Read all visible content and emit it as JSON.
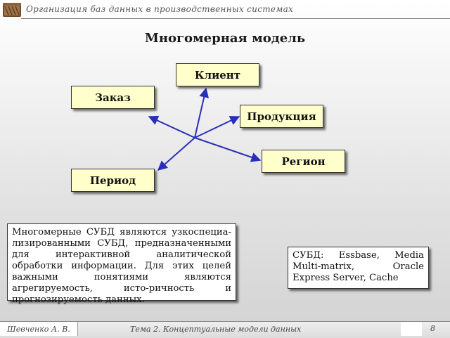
{
  "header": {
    "title": "Организация баз данных в производственных системах"
  },
  "slide": {
    "title": "Многомерная модель"
  },
  "diagram": {
    "nodes": {
      "client": "Клиент",
      "order": "Заказ",
      "product": "Продукция",
      "period": "Период",
      "region": "Регион"
    },
    "arrow_color": "#2a2fb8"
  },
  "description": {
    "text": "Многомерные СУБД являются узкоспециа-лизированными СУБД, предназначенными для интерактивной аналитической обработки информации. Для этих целей важными понятиями являются агрегируемость, исто-ричность и прогнозируемость данных."
  },
  "dbms": {
    "text": "СУБД: Essbase, Media Multi-matrix, Oracle Express Server, Cache"
  },
  "footer": {
    "author": "Шевченко А. В.",
    "topic": "Тема 2. Концептуальные модели данных",
    "page": "8"
  }
}
